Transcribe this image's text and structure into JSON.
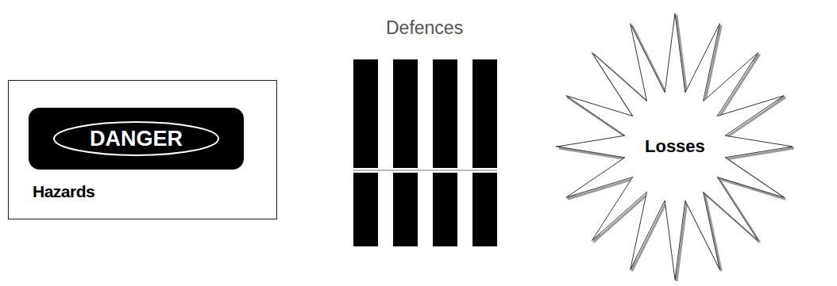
{
  "diagram": {
    "nodes": [
      {
        "text": [
          "Hazards"
        ]
      },
      {
        "text": [
          "DANGER"
        ],
        "in": 0
      },
      {
        "text": [
          "Losses"
        ]
      }
    ],
    "labels": [
      "Defences"
    ]
  }
}
